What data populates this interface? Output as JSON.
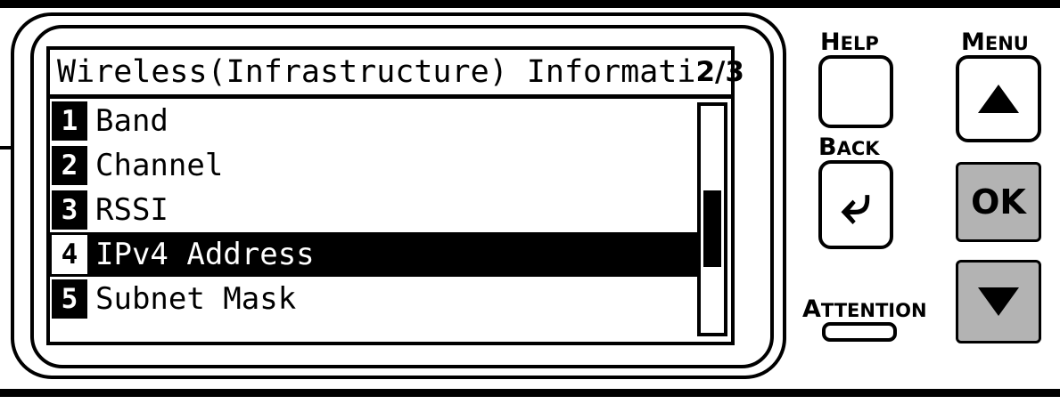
{
  "device": {
    "type": "printer-operation-panel",
    "colors": {
      "ink": "#000000",
      "panel": "#ffffff",
      "key_gray": "#b3b3b3"
    }
  },
  "lcd": {
    "title": "Wireless(Infrastructure) Informati",
    "page_indicator": "2/3",
    "page_current": 2,
    "page_total": 3,
    "items": [
      {
        "number": "1",
        "label": "Band",
        "selected": false
      },
      {
        "number": "2",
        "label": "Channel",
        "selected": false
      },
      {
        "number": "3",
        "label": "RSSI",
        "selected": false
      },
      {
        "number": "4",
        "label": "IPv4 Address",
        "selected": true
      },
      {
        "number": "5",
        "label": "Subnet Mask",
        "selected": false
      }
    ],
    "scrollbar": {
      "visible": true,
      "thumb_position": "middle"
    }
  },
  "keys": {
    "help": {
      "label_cap": "H",
      "label_rest": "ELP"
    },
    "back": {
      "label_cap": "B",
      "label_rest": "ACK",
      "icon": "back-arrow-icon"
    },
    "menu": {
      "label_cap": "M",
      "label_rest": "ENU",
      "icon": "triangle-up-icon"
    },
    "ok": {
      "label": "OK"
    },
    "down": {
      "icon": "triangle-down-icon"
    },
    "attention": {
      "label_cap": "A",
      "label_rest": "TTENTION"
    }
  }
}
